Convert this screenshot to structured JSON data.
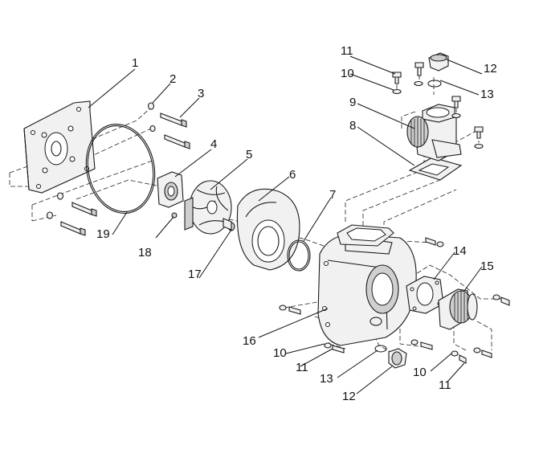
{
  "callouts": [
    {
      "id": "c1",
      "text": "1"
    },
    {
      "id": "c2",
      "text": "2"
    },
    {
      "id": "c3",
      "text": "3"
    },
    {
      "id": "c4",
      "text": "4"
    },
    {
      "id": "c5",
      "text": "5"
    },
    {
      "id": "c6",
      "text": "6"
    },
    {
      "id": "c7",
      "text": "7"
    },
    {
      "id": "c8",
      "text": "8"
    },
    {
      "id": "c9",
      "text": "9"
    },
    {
      "id": "c10a",
      "text": "10"
    },
    {
      "id": "c10b",
      "text": "10"
    },
    {
      "id": "c10c",
      "text": "10"
    },
    {
      "id": "c11a",
      "text": "11"
    },
    {
      "id": "c11b",
      "text": "11"
    },
    {
      "id": "c11c",
      "text": "11"
    },
    {
      "id": "c12a",
      "text": "12"
    },
    {
      "id": "c12b",
      "text": "12"
    },
    {
      "id": "c13a",
      "text": "13"
    },
    {
      "id": "c13b",
      "text": "13"
    },
    {
      "id": "c14",
      "text": "14"
    },
    {
      "id": "c15",
      "text": "15"
    },
    {
      "id": "c16",
      "text": "16"
    },
    {
      "id": "c17",
      "text": "17"
    },
    {
      "id": "c18",
      "text": "18"
    },
    {
      "id": "c19",
      "text": "19"
    }
  ]
}
